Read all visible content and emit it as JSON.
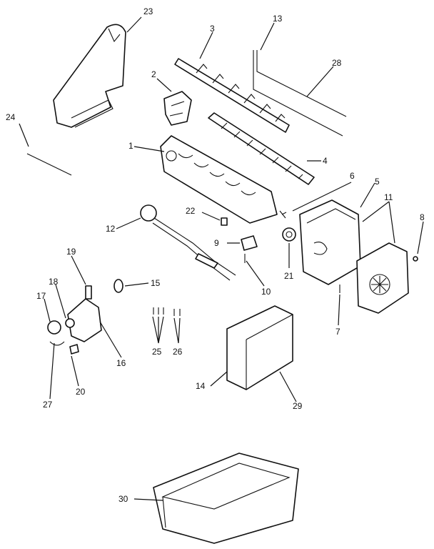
{
  "labels": {
    "l1": "1",
    "l2": "2",
    "l3": "3",
    "l4": "4",
    "l5": "5",
    "l6": "6",
    "l7": "7",
    "l8": "8",
    "l9": "9",
    "l10": "10",
    "l11": "11",
    "l12": "12",
    "l13": "13",
    "l14": "14",
    "l15": "15",
    "l16": "16",
    "l17": "17",
    "l18": "18",
    "l19": "19",
    "l20": "20",
    "l21": "21",
    "l22": "22",
    "l23": "23",
    "l24": "24",
    "l25": "25",
    "l26": "26",
    "l27": "27",
    "l28": "28",
    "l29": "29",
    "l30": "30"
  }
}
